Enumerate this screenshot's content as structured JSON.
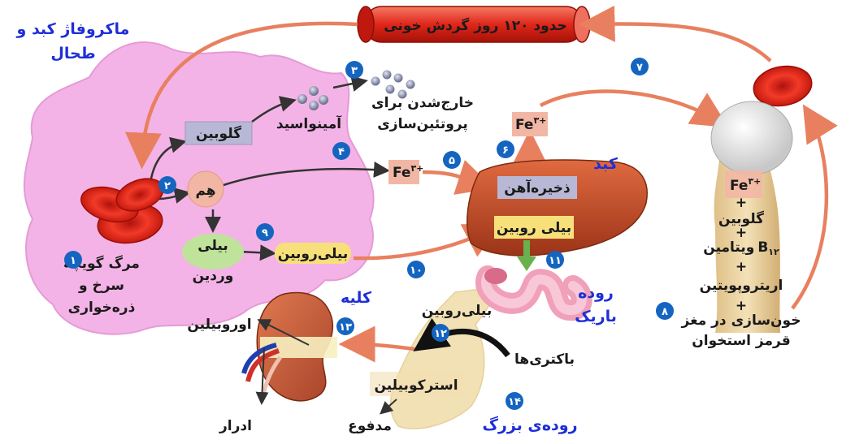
{
  "titles": {
    "macrophage_1": "ماکروفاژ کبد و",
    "macrophage_2": "طحال",
    "liver": "کبد",
    "small_intestine_1": "روده",
    "small_intestine_2": "باریک",
    "kidney": "کلیه",
    "large_intestine": "روده‌ی بزرگ"
  },
  "vessel_label": "حدود ۱۲۰ روز گردش خونی",
  "labels": {
    "rbc_death_1": "مرگ گویچه",
    "rbc_death_2": "سرخ و",
    "rbc_death_3": "ذره‌خواری",
    "globin": "گلوبین",
    "heme": "هِم",
    "amino_acid": "آمینواسید",
    "exit_1": "خارج‌شدن برای",
    "exit_2": "پروتئین‌سازی",
    "biliverdin_1": "بیلی",
    "biliverdin_2": "وردین",
    "bilirubin_macro": "بیلی‌روبین",
    "fe_macro": "Fe",
    "fe_liver": "Fe",
    "fe_marrow": "Fe",
    "fe_sup": "۳+",
    "iron_store": "ذخیره‌آهن",
    "bilirubin_liver": "بیلی روبین",
    "bilirubin_intestine": "بیلی‌روبین",
    "bacteria": "باکتری‌ها",
    "urobilin": "اوروبیلین",
    "stercobilin": "استرکوبیلین",
    "urine": "ادرار",
    "feces": "مدفوع",
    "marrow_globin": "گلوبین",
    "plus": "+",
    "vitamin": "ویتامین",
    "vitamin_b": "B",
    "vitamin_sub": "۱۲",
    "erythropoietin": "اریتروپویتین",
    "hematopoiesis_1": "خون‌سازی در مغز",
    "hematopoiesis_2": "قرمز استخوان"
  },
  "steps": [
    "۱",
    "۲",
    "۳",
    "۴",
    "۵",
    "۶",
    "۷",
    "۸",
    "۹",
    "۱۰",
    "۱۱",
    "۱۲",
    "۱۳",
    "۱۴"
  ],
  "colors": {
    "macrophage": "#f4b3e6",
    "rbc": "#e8281e",
    "arrow": "#e88060",
    "step_badge": "#1565c0",
    "title_blue": "#1f2fd8",
    "liver": "#c8502c",
    "bone": "#e8c98a",
    "globin_box": "#b8b8d6",
    "biliverdin": "#bfe39a",
    "bilirubin": "#f7e07a",
    "fe_box": "#f2b7a4"
  }
}
